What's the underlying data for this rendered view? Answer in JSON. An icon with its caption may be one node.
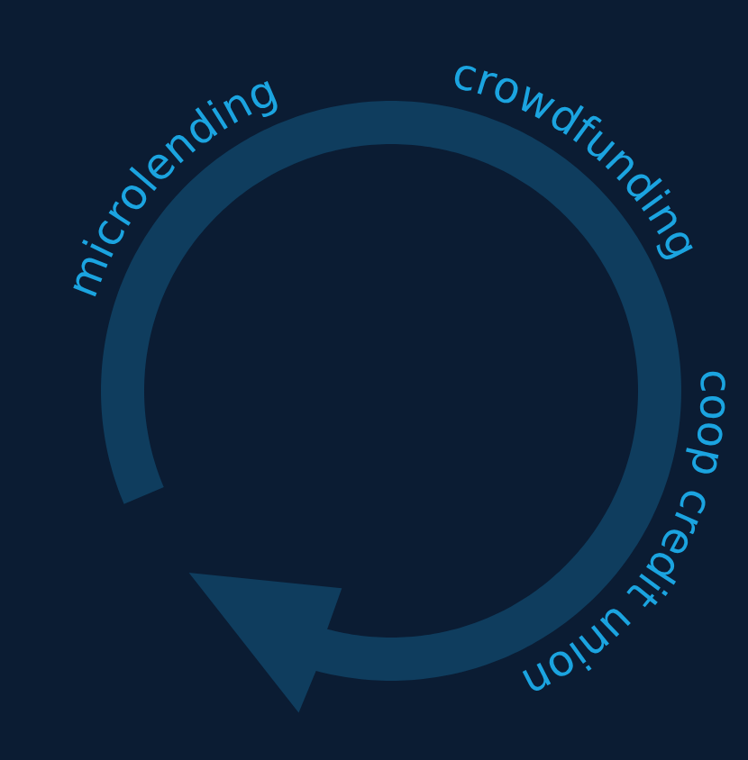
{
  "diagram": {
    "labels": [
      "microlending",
      "crowdfunding",
      "coop credit union"
    ]
  }
}
